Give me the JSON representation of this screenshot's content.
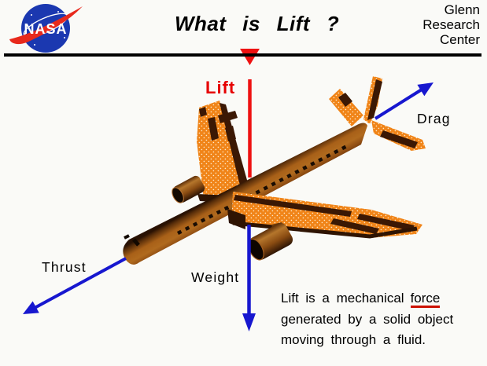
{
  "page": {
    "background": "#fafaf7"
  },
  "header": {
    "nasa_logo_text": "NASA",
    "title": "What is Lift ?",
    "org": "Glenn\nResearch\nCenter"
  },
  "force_labels": {
    "lift": "Lift",
    "drag": "Drag",
    "thrust": "Thrust",
    "weight": "Weight"
  },
  "caption": {
    "line1_prefix": "Lift is a mechanical",
    "line1_underlined": "force",
    "line2": "generated by a solid object",
    "line3": "moving through a fluid."
  },
  "colors": {
    "background": "#fafaf7",
    "blue_arrow": "#1717cf",
    "red_arrow": "#ee1111",
    "lift_label_red": "#e60000",
    "wing_orange": "#f08418",
    "patch_dark_brown": "#3b1804",
    "fuselage_brown": "#a05a16",
    "nasa_blue": "#1b38b0",
    "nasa_swoosh_red": "#e8291c",
    "header_rule": "#000000",
    "text": "#000000"
  }
}
